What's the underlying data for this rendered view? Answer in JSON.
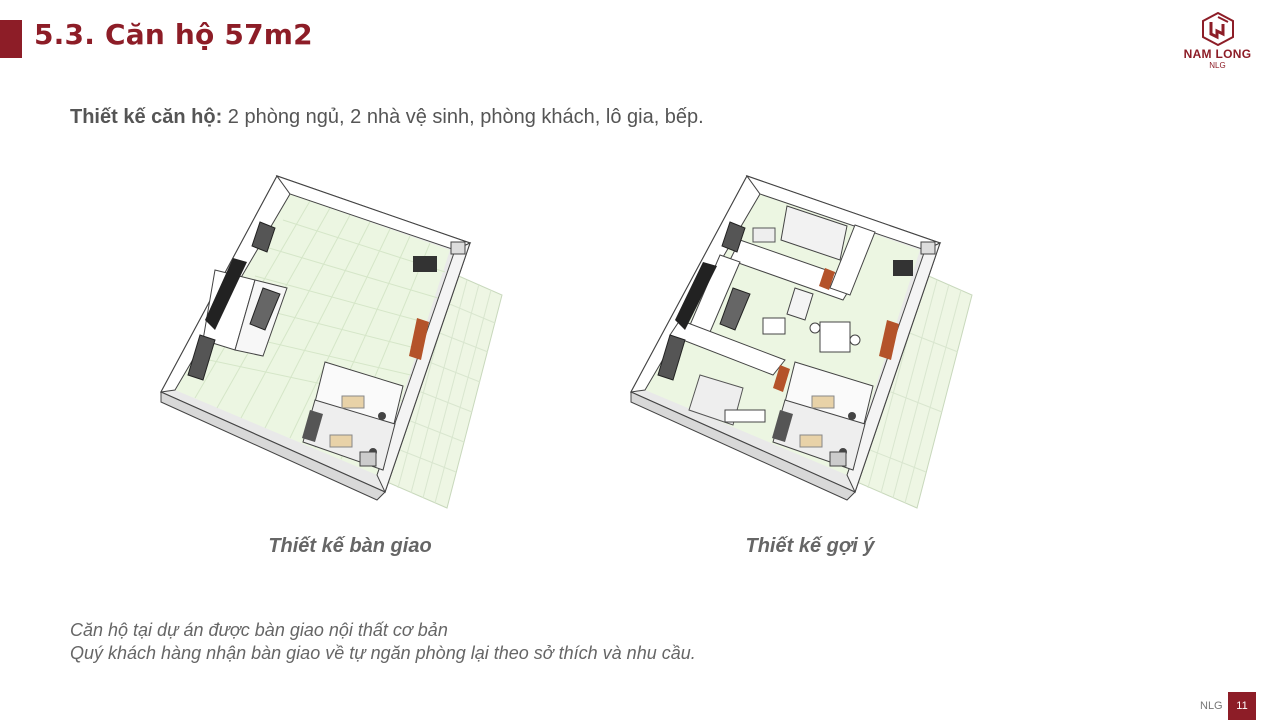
{
  "header": {
    "title": "5.3. Căn hộ 57m2",
    "accent_color": "#8d1d27"
  },
  "logo": {
    "icon": "nam-long-logo-icon",
    "brand": "NAM LONG",
    "sub": "NLG"
  },
  "design": {
    "label": "Thiết kế căn hộ:",
    "text": " 2 phòng ngủ, 2 nhà vệ sinh, phòng khách, lô gia, bếp."
  },
  "plans": [
    {
      "caption": "Thiết kế bàn giao",
      "image": "floor-plan-handover"
    },
    {
      "caption": "Thiết kế gợi ý",
      "image": "floor-plan-suggested"
    }
  ],
  "notes": [
    "Căn hộ tại dự án được bàn giao nội thất cơ bản",
    "Quý khách hàng nhận bàn giao về tự ngăn phòng lại theo sở thích và nhu cầu."
  ],
  "footer": {
    "label": "NLG",
    "page": "11"
  }
}
